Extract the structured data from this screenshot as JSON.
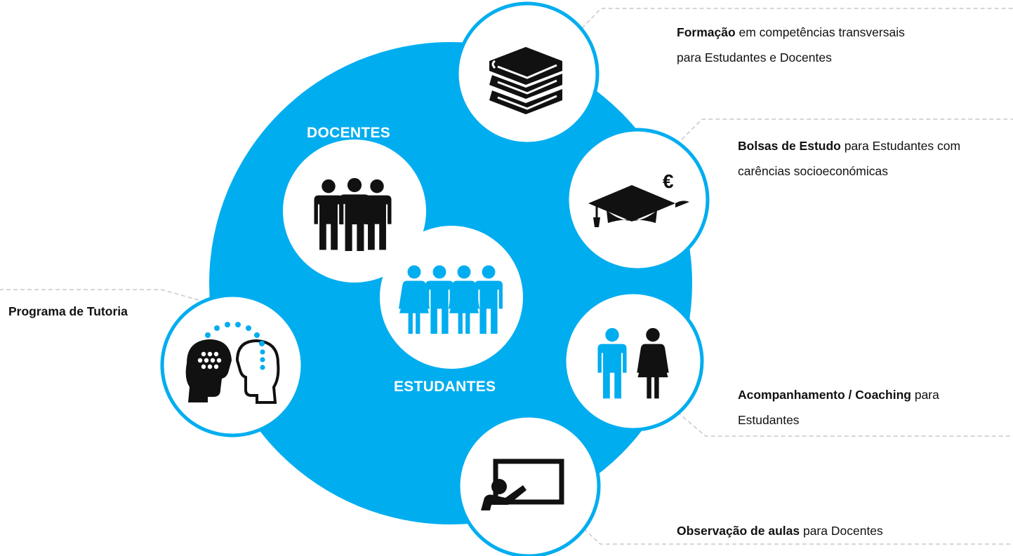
{
  "colors": {
    "brand_blue": "#00adef",
    "icon_black": "#111111",
    "connector_gray": "#c8c8c8",
    "circle_white": "#ffffff"
  },
  "center": {
    "docentes_label": "DOCENTES",
    "estudantes_label": "ESTUDANTES",
    "docentes_icon": "group-of-three-people-icon",
    "estudantes_icon": "group-of-four-students-icon"
  },
  "nodes": {
    "formacao": {
      "bold": "Formação",
      "line1_rest": " em competências transversais",
      "line2": "para Estudantes e Docentes",
      "icon": "stack-of-books-icon"
    },
    "bolsas": {
      "bold": "Bolsas de Estudo",
      "line1_rest": " para Estudantes com",
      "line2": "carências socioeconómicas",
      "icon": "graduation-cap-euro-icon"
    },
    "acompanhamento": {
      "bold": "Acompanhamento / Coaching",
      "line1_rest": " para",
      "line2": "Estudantes",
      "icon": "man-and-woman-icon"
    },
    "observacao": {
      "bold": "Observação de aulas",
      "line1_rest": " para Docentes",
      "icon": "teacher-at-board-icon"
    },
    "tutoria": {
      "bold": "Programa de Tutoria",
      "icon": "two-heads-knowledge-transfer-icon"
    }
  }
}
